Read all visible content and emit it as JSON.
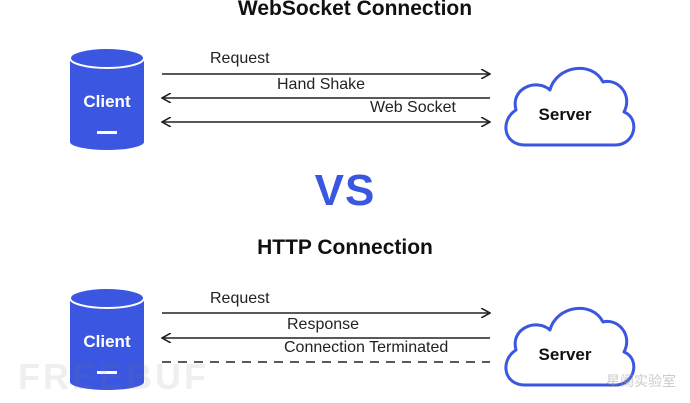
{
  "colors": {
    "accent": "#3b56e0",
    "cloud_stroke": "#3b56e0",
    "arrow": "#222222",
    "text": "#111111"
  },
  "websocket": {
    "title": "WebSocket Connection",
    "client": "Client",
    "server": "Server",
    "arrows": [
      "Request",
      "Hand Shake",
      "Web Socket"
    ]
  },
  "vs": "VS",
  "http": {
    "title": "HTTP Connection",
    "client": "Client",
    "server": "Server",
    "arrows": [
      "Request",
      "Response",
      "Connection Terminated"
    ]
  },
  "watermark": {
    "logo": "FREEBUF",
    "text": "星阑实验室"
  }
}
